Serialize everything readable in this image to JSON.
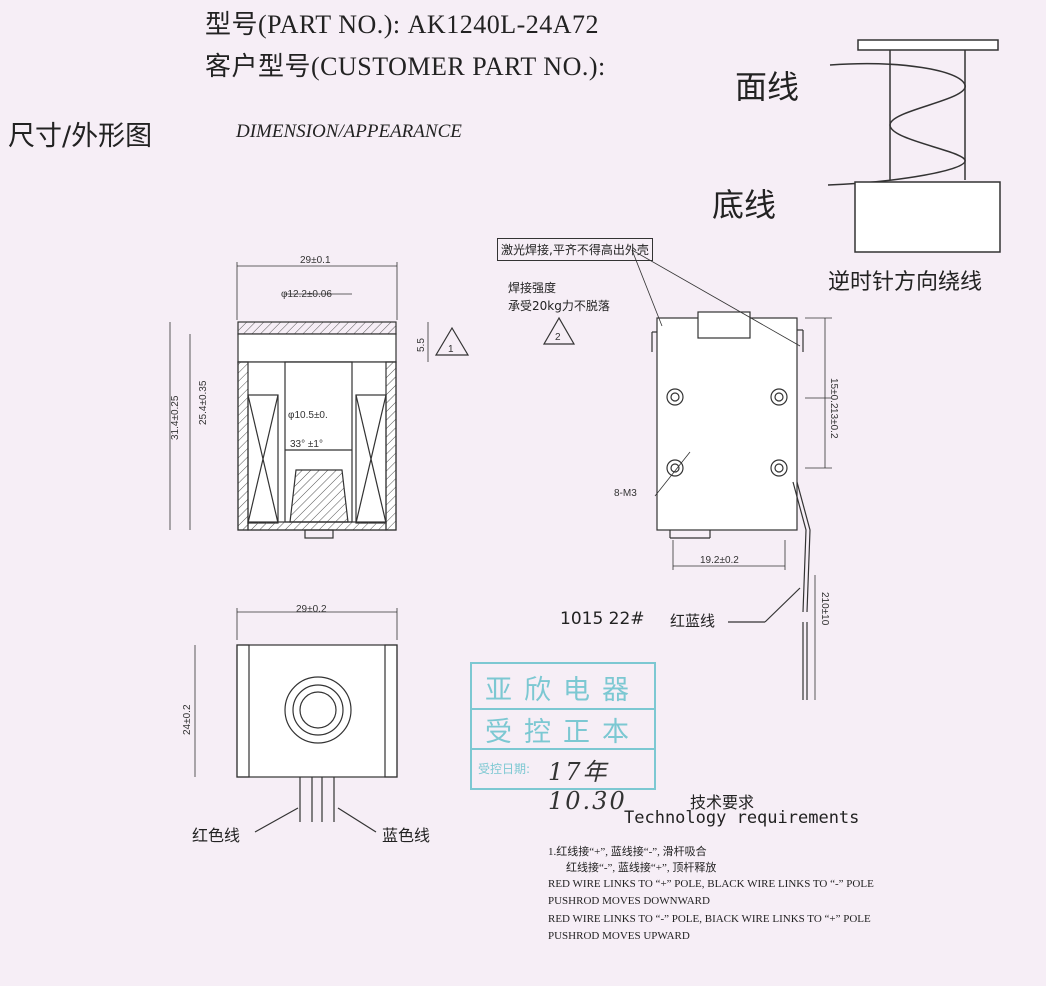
{
  "header": {
    "part_no": "型号(PART NO.): AK1240L-24A72",
    "customer_no": "客户型号(CUSTOMER PART NO.):",
    "dim_cn": "尺寸/外形图",
    "dim_en": "DIMENSION/APPEARANCE"
  },
  "winding": {
    "top_wire": "面线",
    "bottom_wire": "底线",
    "direction": "逆时针方向绕线"
  },
  "notes": {
    "laser": "激光焊接,平齐不得高出外壳",
    "weld_strength": "焊接强度",
    "weld_load": "承受20kg力不脱落"
  },
  "dimensions": {
    "width_top": "29±0.1",
    "bore_outer": "φ12.2±0.06",
    "height_total": "31.4±0.25",
    "height_coil": "25.4±0.35",
    "bore_inner": "φ10.5±0.",
    "angle": "33° ±1°",
    "flange": "5.5",
    "width_front": "29±0.2",
    "height_front": "24±0.2",
    "hole_spacing_h": "19.2±0.2",
    "hole_spacing_v": "13±0.2",
    "hole_top": "15±0.2",
    "thread": "8-M3",
    "lead_length": "210±10"
  },
  "markers": {
    "note1": "1",
    "note2": "2"
  },
  "wires": {
    "spec": "1015 22#",
    "spec_cn": "红蓝线",
    "red": "红色线",
    "blue": "蓝色线"
  },
  "stamp": {
    "company": "亚欣电器",
    "controlled": "受控正本",
    "date_label": "受控日期:",
    "date_value": "17年10.30"
  },
  "requirements": {
    "title_cn": "技术要求",
    "title_en": "Technology requirements",
    "line1": "1.红线接“+”, 蓝线接“-”, 滑杆吸合",
    "line2": "红线接“-”, 蓝线接“+”, 顶杆释放",
    "line3": "RED WIRE LINKS TO “+” POLE, BLACK WIRE LINKS TO “-” POLE",
    "line4": "PUSHROD MOVES DOWNWARD",
    "line5": "RED WIRE LINKS TO “-” POLE, BIACK WIRE LINKS TO “+” POLE",
    "line6": "PUSHROD MOVES UPWARD"
  },
  "colors": {
    "ink": "#333333",
    "stamp": "#7cc8d2",
    "paper": "#f6eef6"
  }
}
